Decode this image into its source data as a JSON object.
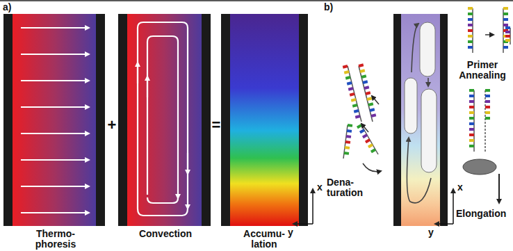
{
  "diagram": {
    "labels": [
      "a)",
      "Thermo- phoresis",
      "+",
      "Convection",
      "=",
      "Accumu- lation",
      "x",
      "y",
      "b)",
      "Dena- turation",
      "Primer Annealing",
      "Elongation",
      "x",
      "y"
    ]
  }
}
